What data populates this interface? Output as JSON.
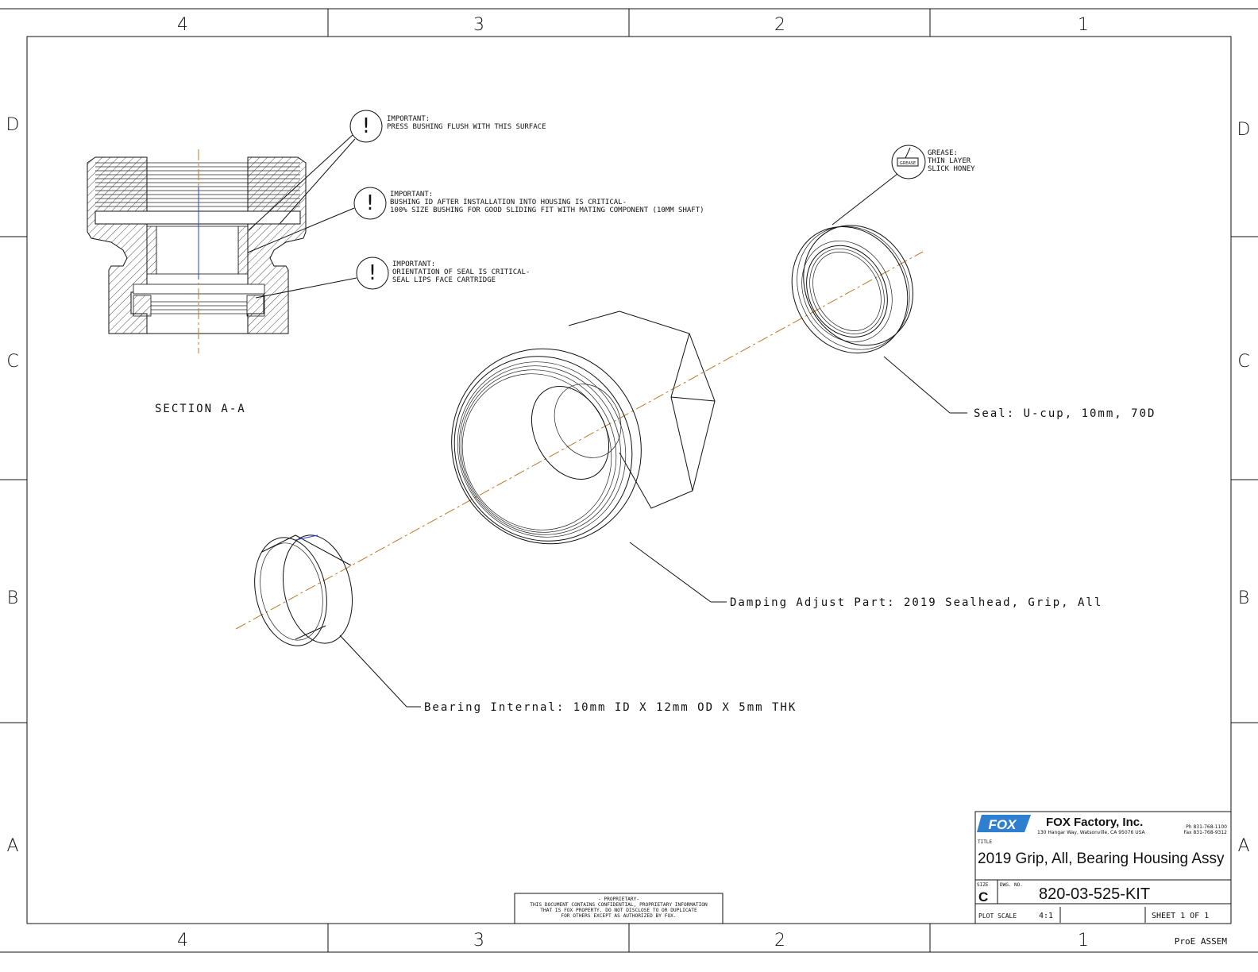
{
  "zones": {
    "top": [
      "4",
      "3",
      "2",
      "1"
    ],
    "bottom": [
      "4",
      "3",
      "2",
      "1"
    ],
    "left": [
      "D",
      "C",
      "B",
      "A"
    ],
    "right": [
      "D",
      "C",
      "B",
      "A"
    ]
  },
  "section_label": "SECTION  A-A",
  "notes": [
    {
      "lines": [
        "IMPORTANT:",
        "PRESS BUSHING FLUSH WITH THIS SURFACE"
      ]
    },
    {
      "lines": [
        "IMPORTANT:",
        "BUSHING ID AFTER INSTALLATION INTO HOUSING IS CRITICAL-",
        "100% SIZE BUSHING FOR GOOD SLIDING FIT WITH MATING COMPONENT (10MM SHAFT)"
      ]
    },
    {
      "lines": [
        "IMPORTANT:",
        "ORIENTATION OF SEAL IS CRITICAL-",
        "SEAL LIPS FACE CARTRIDGE"
      ]
    }
  ],
  "grease": {
    "icon_label": "GREASE",
    "lines": [
      "GREASE:",
      "THIN LAYER",
      "SLICK HONEY"
    ]
  },
  "callouts": {
    "seal": "Seal: U-cup, 10mm, 70D",
    "damping": "Damping Adjust Part: 2019 Sealhead, Grip, All",
    "bearing": "Bearing Internal: 10mm ID X 12mm OD X 5mm THK"
  },
  "proprietary": {
    "lines": [
      "- PROPRIETARY-",
      "THIS DOCUMENT CONTAINS CONFIDENTIAL, PROPRIETARY INFORMATION",
      "THAT IS FOX PROPERTY.  DO NOT DISCLOSE TO OR DUPLICATE",
      "FOR OTHERS EXCEPT AS AUTHORIZED BY FOX."
    ]
  },
  "title_block": {
    "logo_text": "FOX",
    "company": "FOX Factory, Inc.",
    "address": "130 Hangar Way, Watsonville, CA 95076 USA",
    "phone": "Ph 831-768-1100",
    "fax": "Fax 831-768-9312",
    "title_label": "TITLE",
    "title": "2019 Grip, All, Bearing Housing Assy",
    "size_label": "SIZE",
    "size": "C",
    "dwg_label": "DWG. NO.",
    "dwg_no": "820-03-525-KIT",
    "plot_scale_label": "PLOT SCALE",
    "plot_scale": "4:1",
    "sheet": "SHEET 1 OF 1",
    "footer": "ProE ASSEM"
  },
  "colors": {
    "axis": "#b87a2a",
    "center": "#2a3fd1",
    "logo": "#2f7fd1",
    "line": "#111111"
  }
}
